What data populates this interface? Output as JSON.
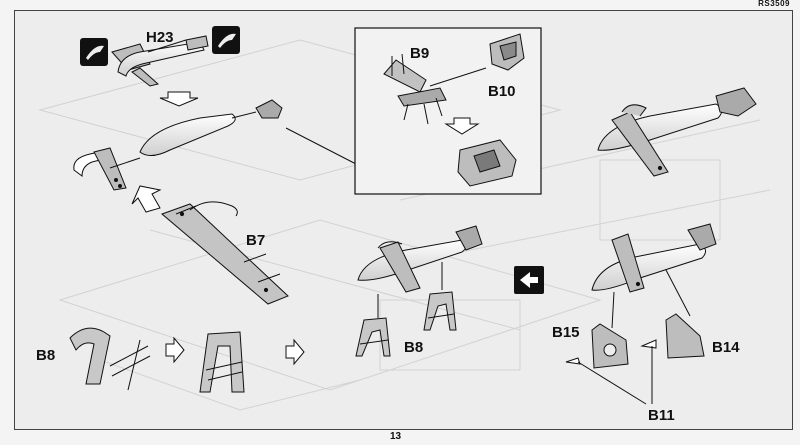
{
  "header": {
    "code": "RS3509"
  },
  "footer": {
    "page_number": "13"
  },
  "part_labels": {
    "h23": "H23",
    "b9": "B9",
    "b10": "B10",
    "b7": "B7",
    "b8_left": "B8",
    "b8_right": "B8",
    "b15": "B15",
    "b14": "B14",
    "b11": "B11"
  },
  "icons": {
    "fold_left": "fold-symbol-icon",
    "fold_right": "fold-symbol-icon",
    "assembly_arrows": "assembly-arrows-icon"
  },
  "colors": {
    "ink": "#111111",
    "paper": "#ededed",
    "part_fill": "#bdbdbd"
  }
}
